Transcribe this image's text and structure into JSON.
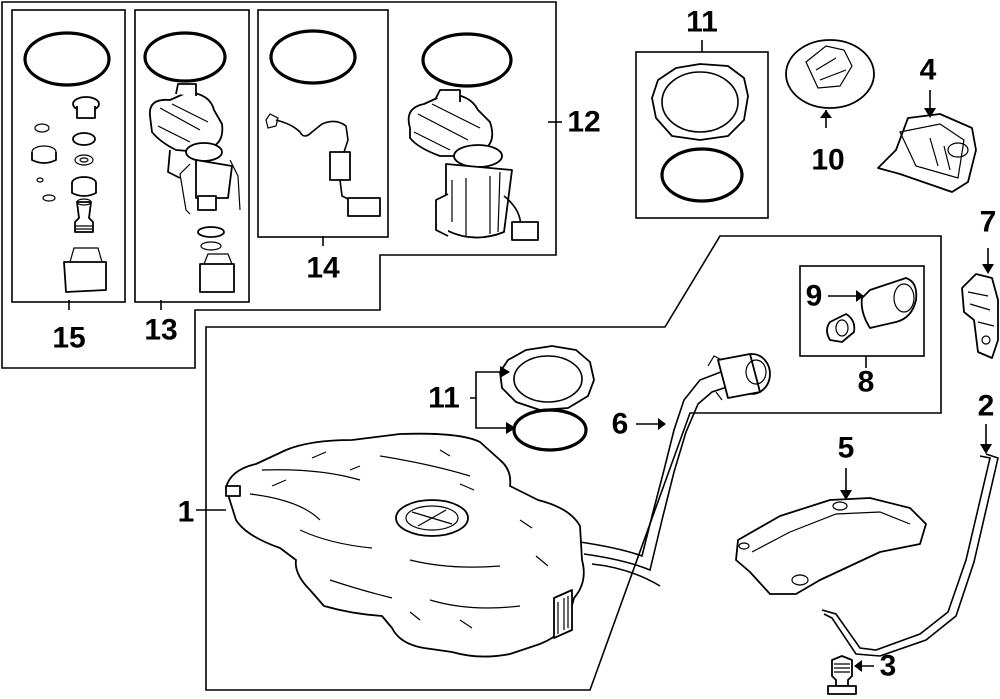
{
  "callouts": {
    "c1": "1",
    "c2": "2",
    "c3": "3",
    "c4": "4",
    "c5": "5",
    "c6": "6",
    "c7": "7",
    "c8": "8",
    "c9": "9",
    "c10": "10",
    "c11_top": "11",
    "c11_mid": "11",
    "c12": "12",
    "c13": "13",
    "c14": "14",
    "c15": "15"
  },
  "colors": {
    "line": "#000000",
    "background": "#ffffff"
  }
}
